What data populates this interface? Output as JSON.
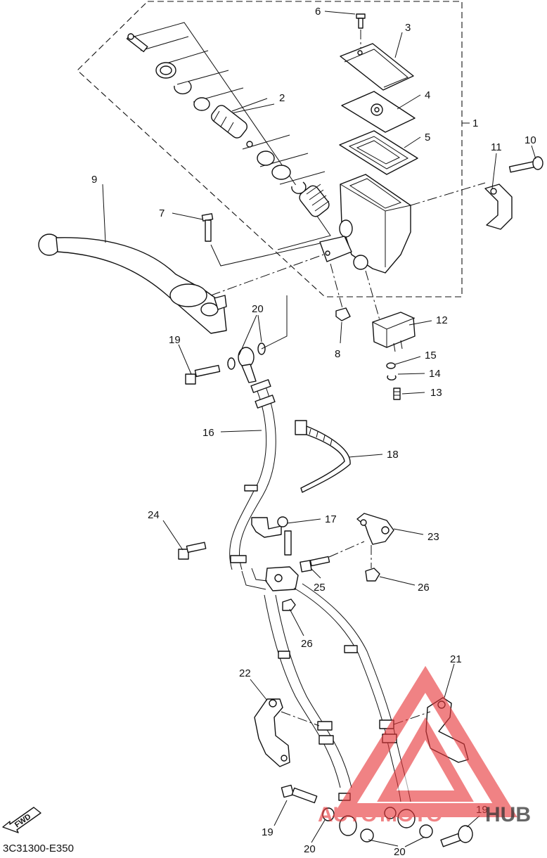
{
  "diagram": {
    "code": "3C31300-E350",
    "fwd_label": "FWD",
    "callouts": {
      "p1": "1",
      "p2": "2",
      "p3": "3",
      "p4": "4",
      "p5": "5",
      "p6": "6",
      "p7": "7",
      "p8": "8",
      "p9": "9",
      "p10": "10",
      "p11": "11",
      "p12": "12",
      "p13": "13",
      "p14": "14",
      "p15": "15",
      "p16": "16",
      "p17": "17",
      "p18": "18",
      "p19a": "19",
      "p19b": "19",
      "p19c": "19",
      "p20a": "20",
      "p20b": "20",
      "p20c": "20",
      "p21": "21",
      "p22": "22",
      "p23": "23",
      "p24": "24",
      "p25": "25",
      "p26a": "26",
      "p26b": "26"
    }
  },
  "watermark": {
    "text_left": "AUTO",
    "text_mid": "MOTO",
    "text_right": "HUB",
    "colors": {
      "triangle": "#e8373a",
      "text_red": "#e8373a",
      "text_dark": "#333333"
    }
  }
}
